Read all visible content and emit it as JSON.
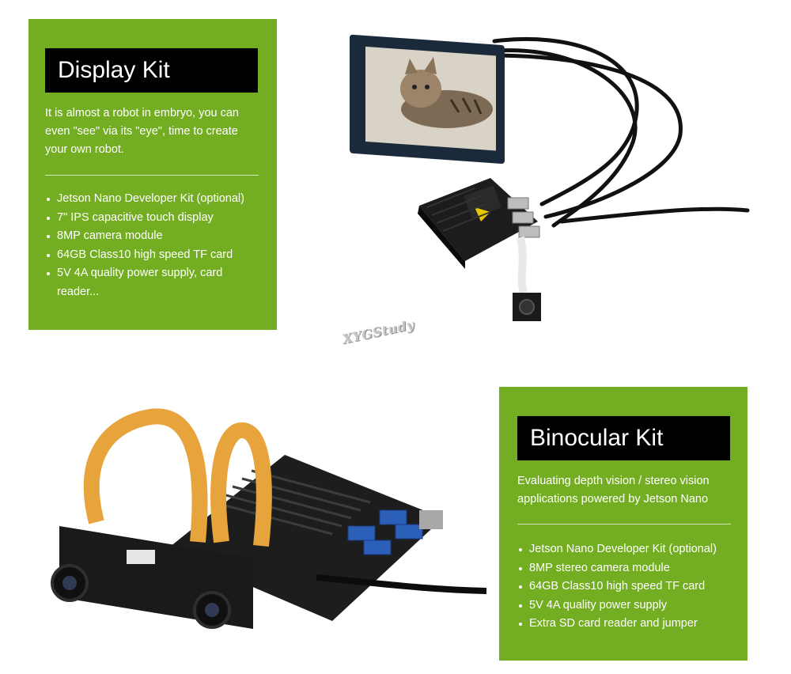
{
  "display_kit": {
    "title": "Display Kit",
    "description": "It is almost a robot in embryo, you can even \"see\" via its \"eye\", time to create your own robot.",
    "features": [
      "Jetson Nano Developer Kit (optional)",
      "7\" IPS capacitive touch display",
      "8MP camera module",
      "64GB Class10 high speed TF card",
      "5V 4A quality power supply, card reader..."
    ]
  },
  "binocular_kit": {
    "title": "Binocular Kit",
    "description": "Evaluating depth vision / stereo vision applications powered by Jetson Nano",
    "features": [
      "Jetson Nano Developer Kit (optional)",
      "8MP stereo camera module",
      "64GB Class10 high speed TF card",
      "5V 4A quality power supply",
      "Extra SD card reader and jumper"
    ]
  },
  "watermark": "XYGStudy",
  "colors": {
    "panel_green": "#73ad21",
    "title_bg": "#000000",
    "text": "#ffffff"
  }
}
